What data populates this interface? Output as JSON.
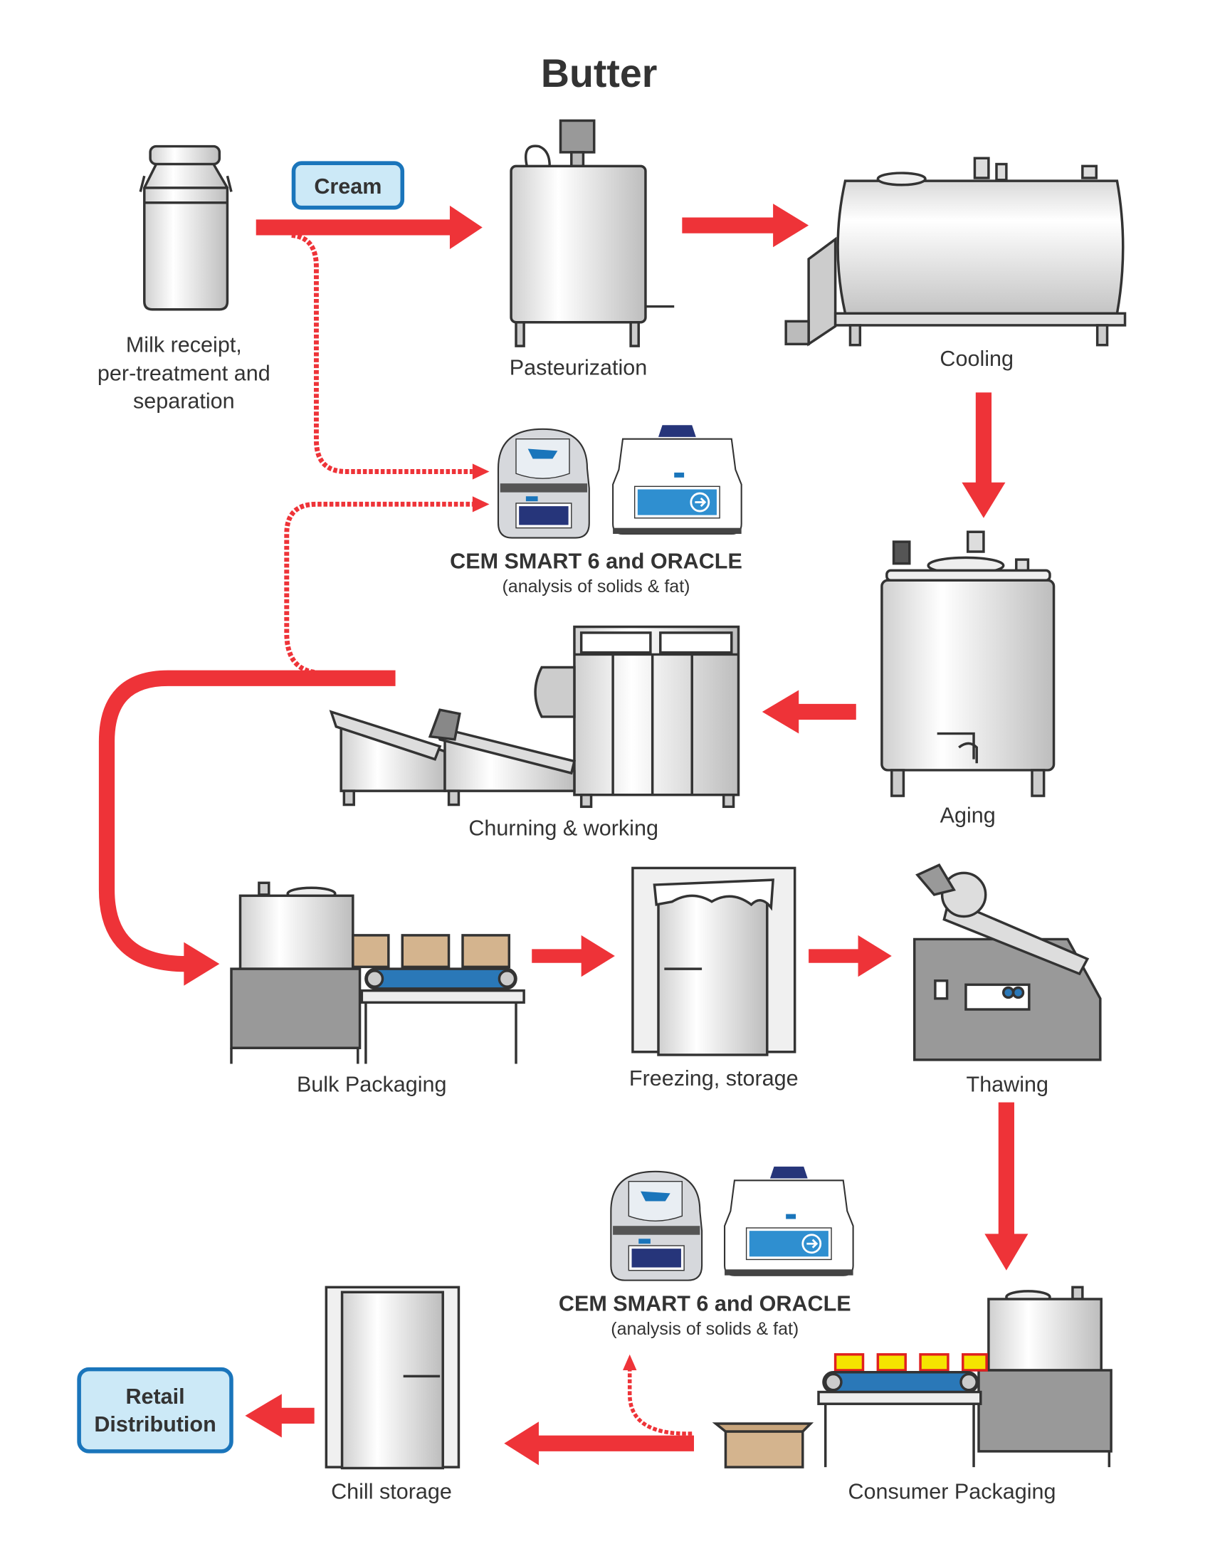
{
  "title": "Butter",
  "colors": {
    "arrow": "#ee3338",
    "box_fill": "#cce9f7",
    "box_stroke": "#1a75bb",
    "instrument_screen": "#2f8fd0"
  },
  "boxes": {
    "cream": "Cream",
    "retail": [
      "Retail",
      "Distribution"
    ]
  },
  "steps": {
    "milk": [
      "Milk receipt,",
      "per-treatment and",
      "separation"
    ],
    "pasteurization": "Pasteurization",
    "cooling": "Cooling",
    "aging": "Aging",
    "churning": "Churning & working",
    "bulk": "Bulk Packaging",
    "freezing": "Freezing, storage",
    "thawing": "Thawing",
    "consumer": "Consumer Packaging",
    "chill": "Chill storage"
  },
  "analysis": [
    {
      "name": "CEM SMART 6 and ORACLE",
      "desc": "(analysis of solids & fat)"
    },
    {
      "name": "CEM SMART 6 and ORACLE",
      "desc": "(analysis of solids & fat)"
    }
  ],
  "icons": [
    "milk-can-icon",
    "pasteurizer-tank-icon",
    "cooling-tank-icon",
    "aging-tank-icon",
    "churn-machine-icon",
    "bulk-packager-icon",
    "freezer-door-icon",
    "thawing-machine-icon",
    "consumer-packager-icon",
    "chill-room-door-icon",
    "smart6-instrument-icon",
    "oracle-instrument-icon"
  ]
}
